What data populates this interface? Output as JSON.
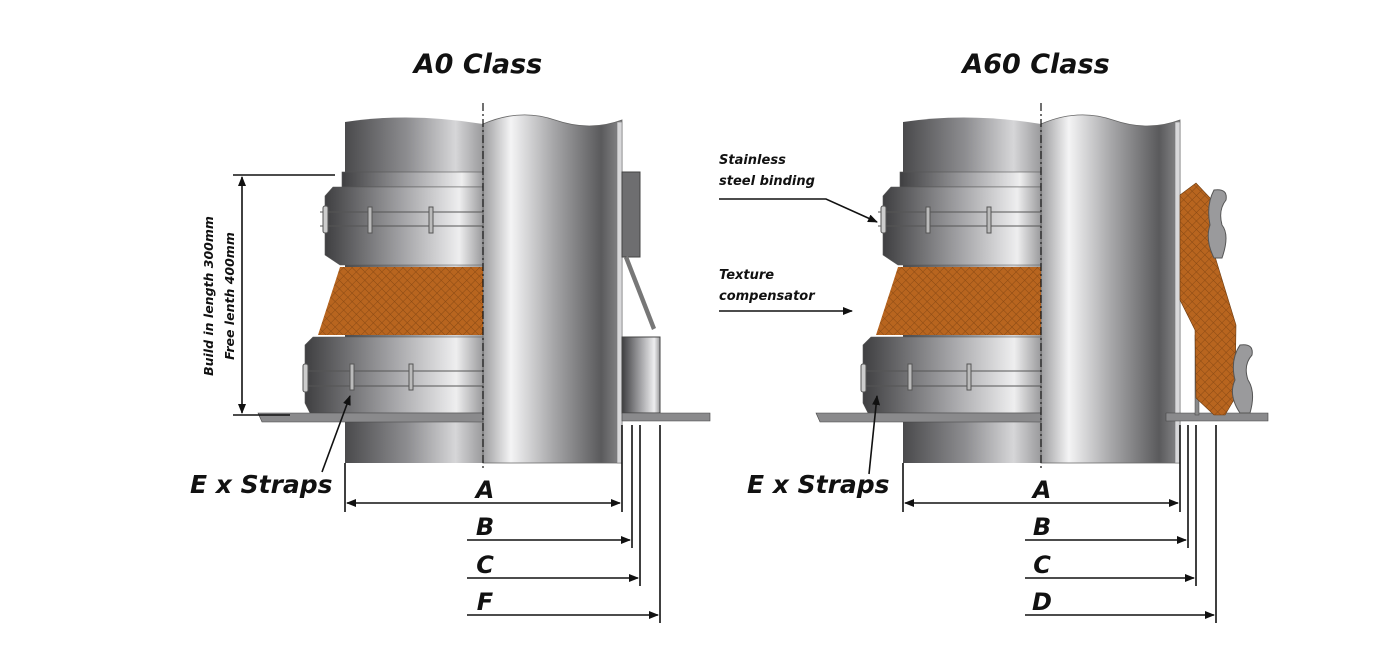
{
  "panels": [
    {
      "title": "A0 Class",
      "length_label_1": "Build in length 300mm",
      "length_label_2": "Free lenth 400mm",
      "straps_label": "E x Straps",
      "dimensions": [
        "A",
        "B",
        "C",
        "F"
      ]
    },
    {
      "title": "A60 Class",
      "binding_label_1": "Stainless",
      "binding_label_2": "steel binding",
      "compensator_label_1": "Texture",
      "compensator_label_2": "compensator",
      "straps_label": "E x Straps",
      "dimensions": [
        "A",
        "B",
        "C",
        "D"
      ]
    }
  ],
  "colors": {
    "compensator": "#b8651f",
    "steel": "#9a9a9c"
  }
}
